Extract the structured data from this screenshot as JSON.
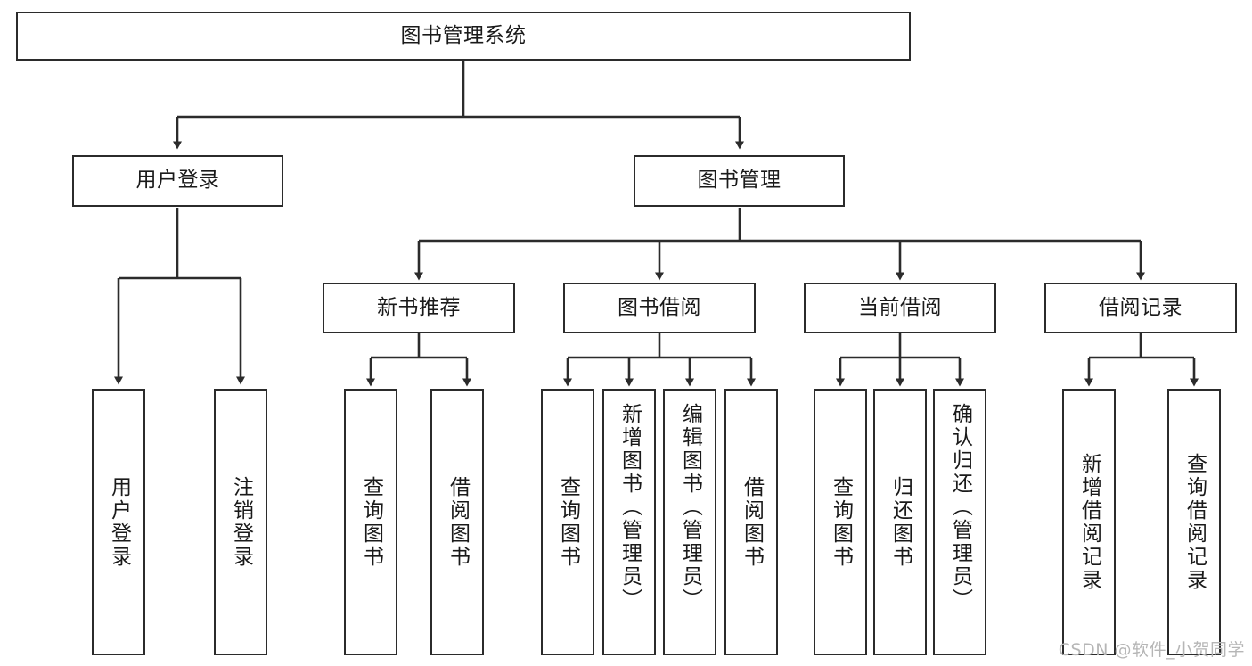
{
  "diagram": {
    "title": "图书管理系统",
    "type": "hierarchy-tree",
    "stroke_color": "#2b2b2b",
    "fill_color": "#ffffff",
    "text_color": "#1a1a1a"
  },
  "watermark": {
    "text": "CSDN @软件_小贺同学",
    "color": "#b6b6b6"
  },
  "nodes": {
    "root": {
      "label": "图书管理系统"
    },
    "level2": [
      {
        "label": "用户登录"
      },
      {
        "label": "图书管理"
      }
    ],
    "level3": [
      {
        "label": "新书推荐"
      },
      {
        "label": "图书借阅"
      },
      {
        "label": "当前借阅"
      },
      {
        "label": "借阅记录"
      }
    ],
    "leaves": {
      "user_login": [
        {
          "label": "用户登录"
        },
        {
          "label": "注销登录"
        }
      ],
      "new_book_recommend": [
        {
          "label": "查询图书"
        },
        {
          "label": "借阅图书"
        }
      ],
      "book_borrow": [
        {
          "label": "查询图书"
        },
        {
          "label": "新增图书（管理员）"
        },
        {
          "label": "编辑图书（管理员）"
        },
        {
          "label": "借阅图书"
        }
      ],
      "current_borrow": [
        {
          "label": "查询图书"
        },
        {
          "label": "归还图书"
        },
        {
          "label": "确认归还（管理员）"
        }
      ],
      "borrow_record": [
        {
          "label": "新增借阅记录"
        },
        {
          "label": "查询借阅记录"
        }
      ]
    }
  },
  "chart_data": {
    "type": "table",
    "title": "图书管理系统",
    "tree": [
      {
        "name": "图书管理系统",
        "children": [
          {
            "name": "用户登录",
            "children": [
              {
                "name": "用户登录"
              },
              {
                "name": "注销登录"
              }
            ]
          },
          {
            "name": "图书管理",
            "children": [
              {
                "name": "新书推荐",
                "children": [
                  {
                    "name": "查询图书"
                  },
                  {
                    "name": "借阅图书"
                  }
                ]
              },
              {
                "name": "图书借阅",
                "children": [
                  {
                    "name": "查询图书"
                  },
                  {
                    "name": "新增图书（管理员）"
                  },
                  {
                    "name": "编辑图书（管理员）"
                  },
                  {
                    "name": "借阅图书"
                  }
                ]
              },
              {
                "name": "当前借阅",
                "children": [
                  {
                    "name": "查询图书"
                  },
                  {
                    "name": "归还图书"
                  },
                  {
                    "name": "确认归还（管理员）"
                  }
                ]
              },
              {
                "name": "借阅记录",
                "children": [
                  {
                    "name": "新增借阅记录"
                  },
                  {
                    "name": "查询借阅记录"
                  }
                ]
              }
            ]
          }
        ]
      }
    ]
  }
}
